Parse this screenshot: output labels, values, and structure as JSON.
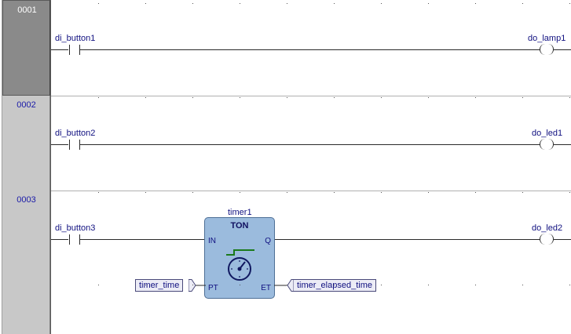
{
  "networks": [
    {
      "number": "0001",
      "selected": true,
      "contact": "di_button1",
      "coil": "do_lamp1"
    },
    {
      "number": "0002",
      "selected": false,
      "contact": "di_button2",
      "coil": "do_led1"
    },
    {
      "number": "0003",
      "selected": false,
      "contact": "di_button3",
      "coil": "do_led2",
      "function_block": {
        "instance": "timer1",
        "type": "TON",
        "pins": {
          "in": "IN",
          "q": "Q",
          "pt": "PT",
          "et": "ET"
        }
      },
      "pt_var": "timer_time",
      "et_var": "timer_elapsed_time"
    }
  ],
  "colors": {
    "text": "#101080",
    "gutter": "#c8c8c8",
    "gutter_selected": "#8a8a8a",
    "fb_fill": "#9bbbdd",
    "timer_signal": "#1a7a1a"
  }
}
